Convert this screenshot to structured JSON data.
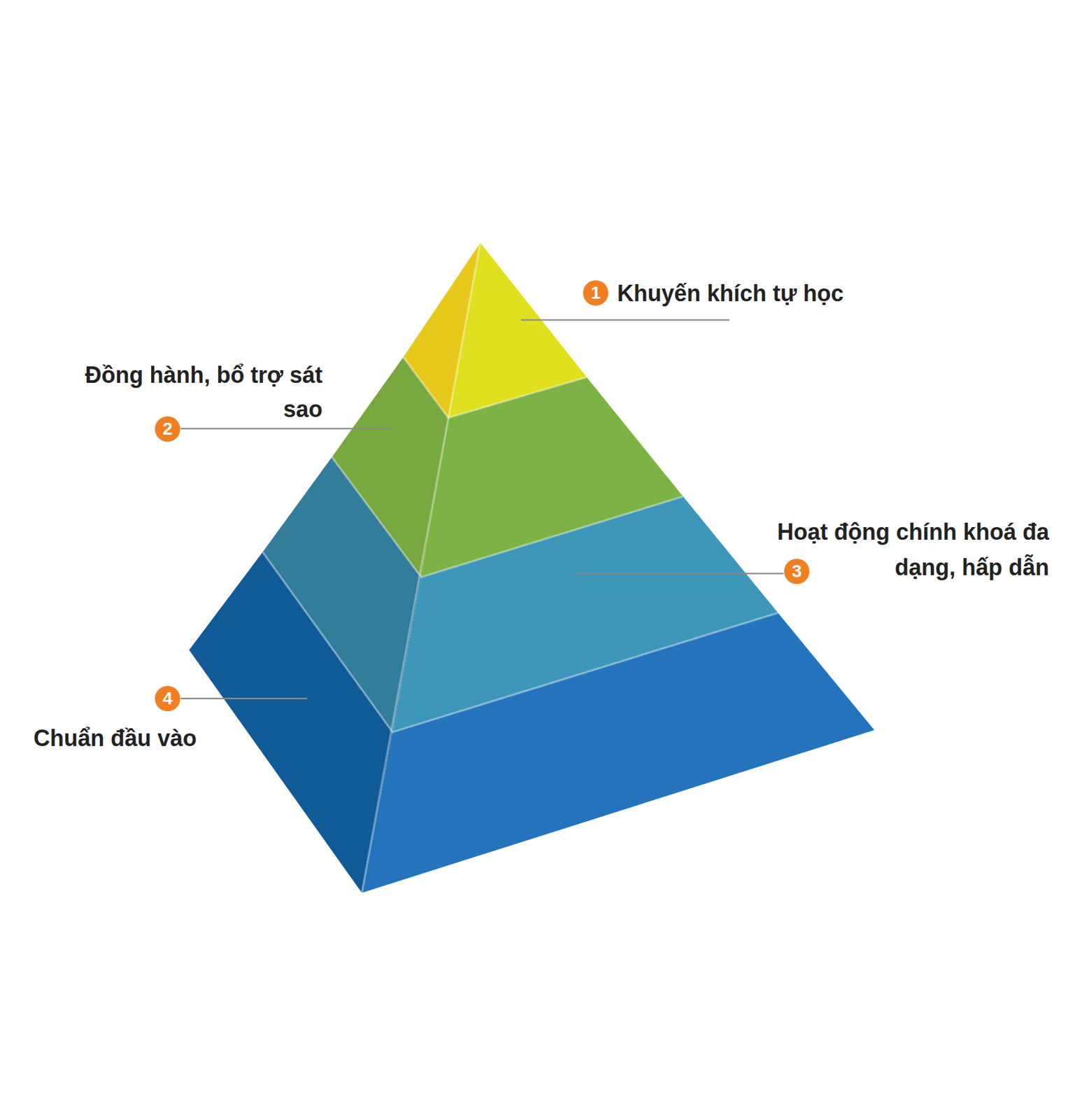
{
  "diagram": {
    "labels": [
      "1",
      "Khuyến khích tự học",
      "Đồng hành, bổ trợ sát sao",
      "2",
      "Hoạt động chính khoá đa dạng, hấp dẫn",
      "3",
      "4",
      "Chuẩn đầu vào"
    ]
  }
}
